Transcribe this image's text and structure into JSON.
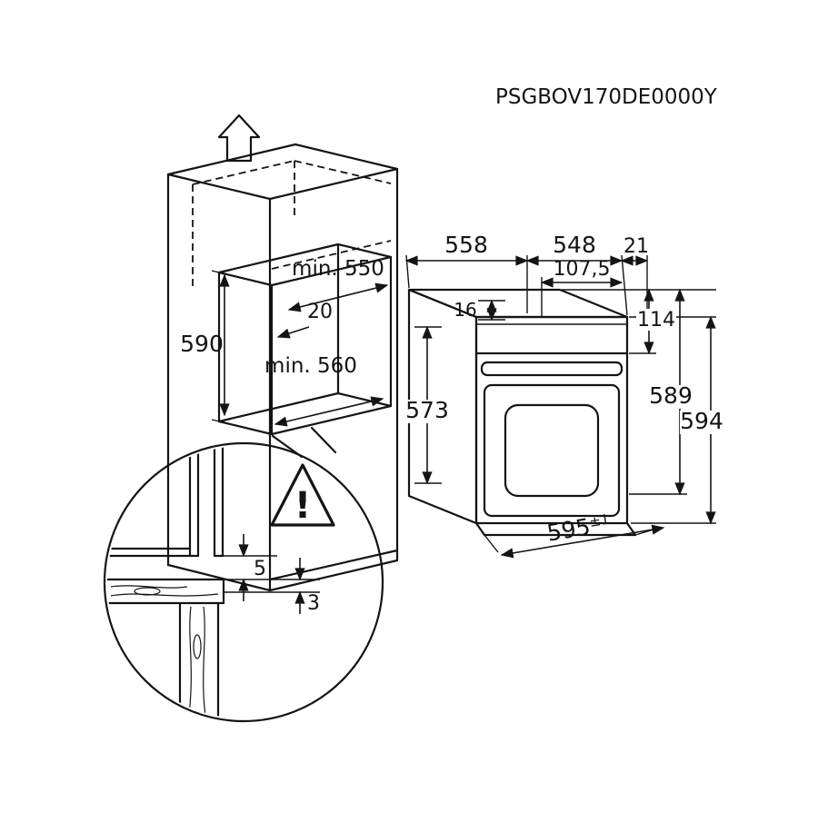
{
  "diagram": {
    "title": "PSGBOV170DE0000Y",
    "line_color": "#141414",
    "background": "#ffffff",
    "cabinet": {
      "niche_height": "590",
      "niche_depth": "min. 550",
      "rear_gap": "20",
      "niche_width": "min. 560"
    },
    "oven": {
      "top_depth": "558",
      "body_depth": "548",
      "door_thickness": "21",
      "handle_offset": "107,5",
      "top_clearance": "16",
      "panel_height": "114",
      "body_height": "573",
      "rear_height": "589",
      "front_height": "594",
      "width": "595",
      "width_tolerance": "±1"
    },
    "detail": {
      "upper_gap": "5",
      "lower_gap": "3",
      "warning": "!"
    }
  }
}
